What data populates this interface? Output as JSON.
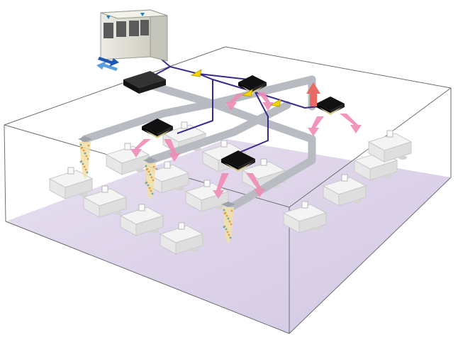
{
  "diagram": {
    "colors": {
      "floor": "#ddd3ea",
      "wall_line": "#6e6e6e",
      "outdoor_unit": "#dcdcd2",
      "indoor_unit": "#111111",
      "refrigerant_pipe": "#3b2a8c",
      "duct": "#b8bcc2",
      "supply_airflow": "#f08cb6",
      "exhaust_airflow": "#e86a62",
      "outdoor_airflow_in": "#5aa0dc",
      "outdoor_airflow_out": "#1e56b4",
      "ventilation_particles": "#e0a040",
      "direction_arrow": "#f2d400",
      "furniture": "#e8e8e8"
    },
    "outdoor_unit": {
      "icon": "daikin-logo-icon",
      "fans": 4
    },
    "indoor_unit_count": 5,
    "ventilation_outlet_count": 3,
    "direction_arrow_count": 3,
    "desk_count": 14
  }
}
